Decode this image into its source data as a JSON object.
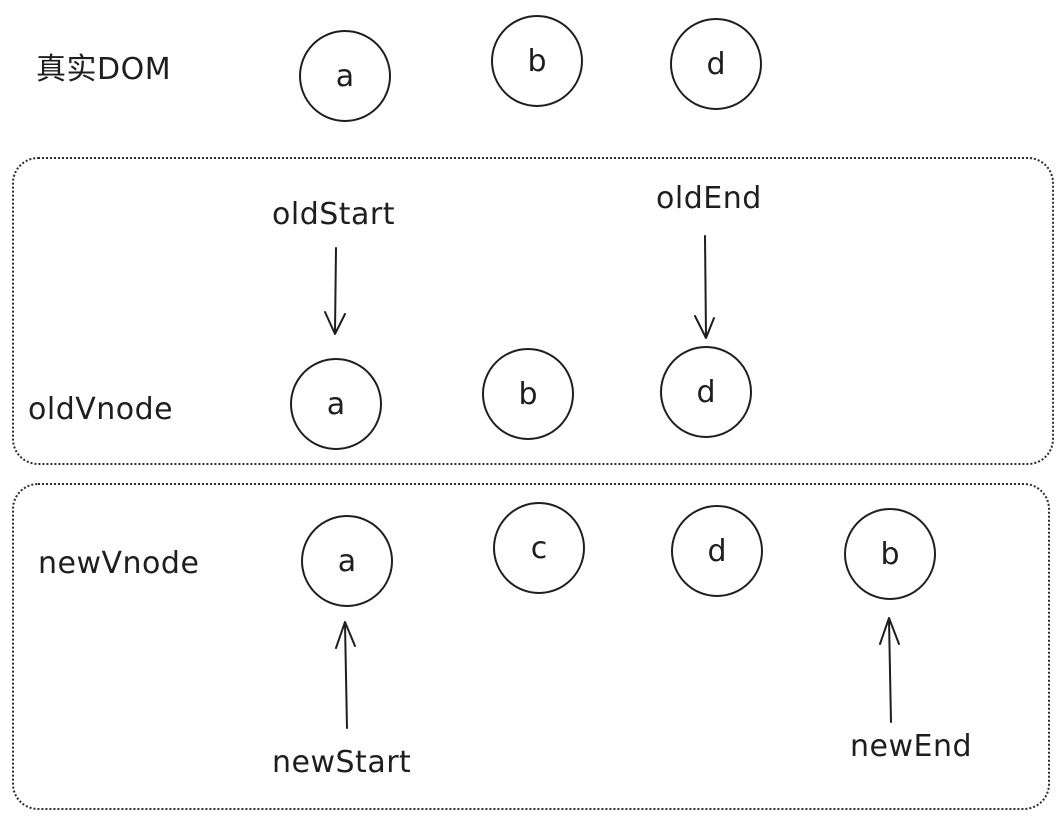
{
  "real_dom": {
    "label": "真实DOM",
    "nodes": [
      "a",
      "b",
      "d"
    ]
  },
  "old_vnode": {
    "label": "oldVnode",
    "nodes": [
      "a",
      "b",
      "d"
    ],
    "pointers": {
      "start": "oldStart",
      "end": "oldEnd"
    }
  },
  "new_vnode": {
    "label": "newVnode",
    "nodes": [
      "a",
      "c",
      "d",
      "b"
    ],
    "pointers": {
      "start": "newStart",
      "end": "newEnd"
    }
  },
  "colors": {
    "stroke": "#1e1e1e",
    "background": "#ffffff"
  }
}
